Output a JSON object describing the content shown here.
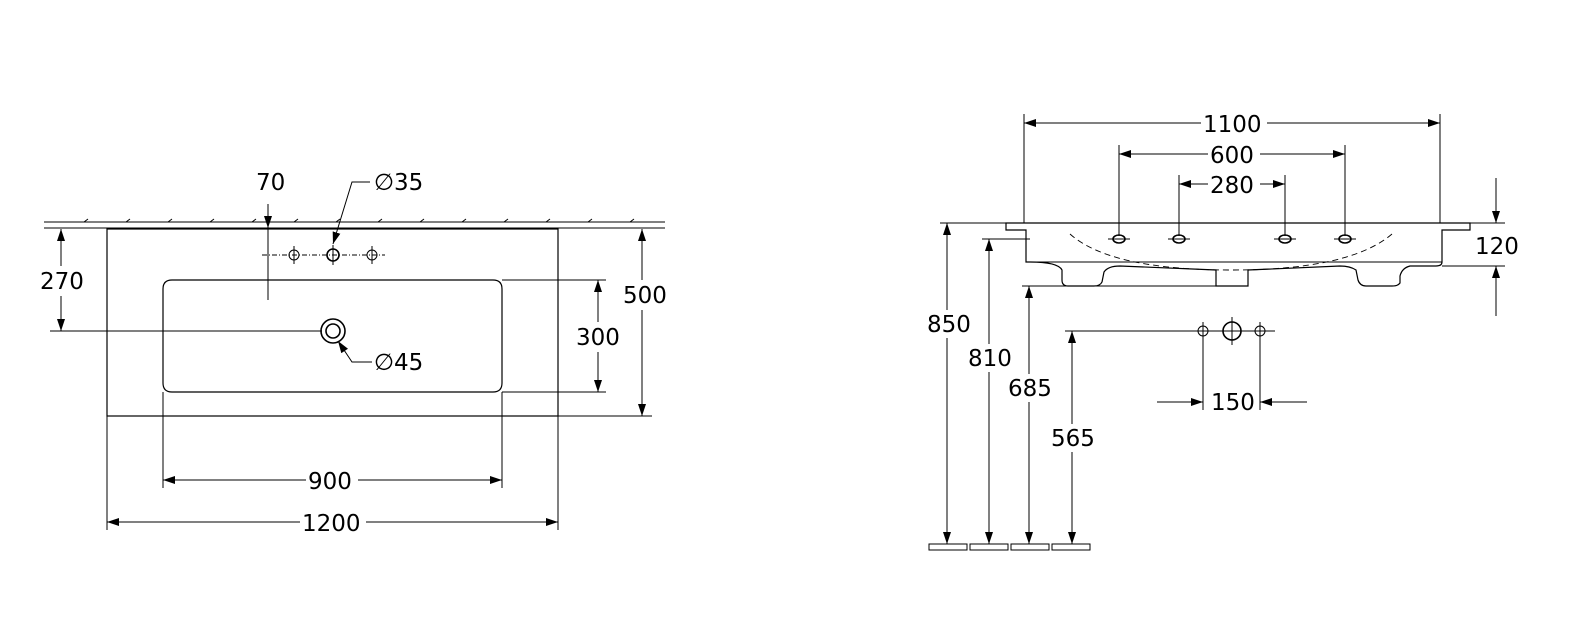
{
  "plan_view": {
    "hole_offset": "70",
    "tap_hole_diameter": "∅35",
    "hole_depth": "270",
    "overall_depth": "500",
    "bowl_depth": "300",
    "waste_diameter": "∅45",
    "bowl_width": "900",
    "overall_width": "1200"
  },
  "side_view": {
    "top_width": "1100",
    "hole_spacing_outer": "600",
    "hole_spacing_inner": "280",
    "thickness": "120",
    "height_top": "850",
    "height_underside": "810",
    "height_waste": "685",
    "height_supply": "565",
    "supply_spacing": "150"
  }
}
